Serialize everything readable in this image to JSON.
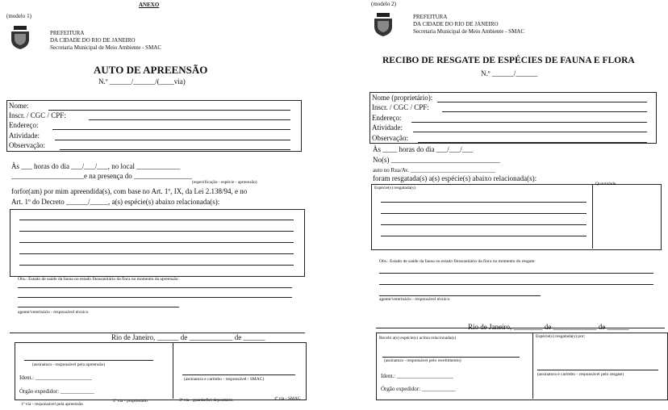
{
  "anexo": "ANEXO",
  "left": {
    "modelo": "(modelo 1)",
    "hdr1": "PREFEITURA",
    "hdr2": "DA CIDADE DO RIO DE JANEIRO",
    "hdr3": "Secretaria Municipal de Meio Ambiente - SMAC",
    "title": "AUTO DE APREENSÃO",
    "numero": "N.º ______/______/(____via)",
    "fields": [
      "Nome:",
      "Inscr. / CGC / CPF:",
      "Endereço:",
      "Atividade:",
      "Observação:"
    ],
    "line1": "Às ___ horas do dia ___/___/___, no local ____________",
    "line2": "____________________e na presença do ________________",
    "line2_sub": "(especificação - espécie - apreensão)",
    "line3": "forfor(am) por mim apreendida(s), com base no Art. 1º, IX, da Lei 2.138/94, e no",
    "line4": "Art. 1º do Decreto ______/_____, a(s) espécie(s) abaixo relacionada(s):",
    "obs": "Obs.: Estado de saúde da fauna ou estado fitossanitário da flora no momento da apreensão:",
    "tecnico": "agente/veterinário - responsável técnico",
    "rio": "Rio de Janeiro, ______ de ____________ de ______",
    "sig1": "(assinatura - responsável pela apreensão)",
    "ident": "Ident.: ____________________",
    "orgao": "Órgão expedidor: ____________",
    "sig2": "(assinatura e carimbo - responsável / SMAC)",
    "foot1": "1ª via - responsável pela apreensão",
    "foot2": "2ª via - proprietário",
    "foot3": "3ª via - guarda/fiel depositário",
    "foot4": "4ª via - SMAC"
  },
  "right": {
    "modelo": "(modelo 2)",
    "hdr1": "PREFEITURA",
    "hdr2": "DA CIDADE DO RIO DE JANEIRO",
    "hdr3": "Secretaria Municipal de Meio Ambiente - SMAC",
    "title": "RECIBO DE RESGATE DE ESPÉCIES DE FAUNA E FLORA",
    "numero": "N.º ______/______",
    "fields": [
      "Nome (proprietário):",
      "Inscr. / CGC / CPF:",
      "Endereço:",
      "Atividade:",
      "Observação:"
    ],
    "line1": "Às ____ horas do dia ___/___/___",
    "line2": "No(s) ______________________________",
    "line3": "auto no Rua/Av. ______________________________",
    "line4": "foram resgatada(s) a(s) espécie(s) abaixo relacionada(s):",
    "col1": "Espécie(s) resgatada(s)",
    "col2": "Quantidade",
    "obs": "Obs.: Estado de saúde da fauna ou estado fitossanitário da flora no momento do resgate:",
    "tecnico": "agente/veterinário - responsável técnico",
    "rio": "Rio de Janeiro, ________ de ____________ de ______",
    "box1": "Recebi a(s) espécie(s) acima relacionada(s)",
    "box2": "Espécie(s) resgatada(s) por:",
    "sig1": "(assinatura - responsável pelo recebimento)",
    "ident": "Ident.: ____________________",
    "orgao": "Órgão expedidor: ____________",
    "sig2": "(assinatura e carimbo - responsável pelo resgate)"
  }
}
